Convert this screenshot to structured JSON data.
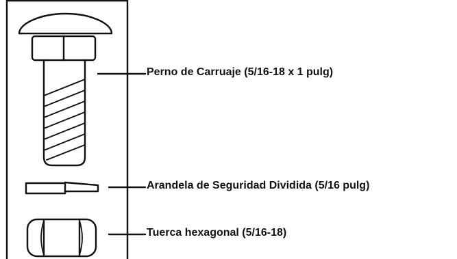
{
  "labels": {
    "carriage_bolt": "Perno de Carruaje (5/16-18 x 1 pulg)",
    "split_lock_washer": "Arandela de Seguridad Dividida (5/16 pulg)",
    "hex_nut": "Tuerca hexagonal (5/16-18)"
  },
  "colors": {
    "line": "#111111",
    "background": "#ffffff"
  }
}
